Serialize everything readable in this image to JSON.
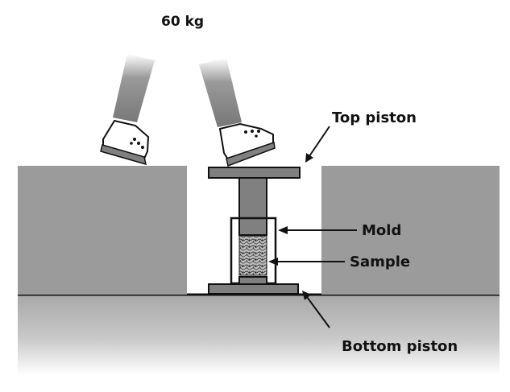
{
  "labels": {
    "weight": "60 kg",
    "top_piston": "Top piston",
    "mold": "Mold",
    "sample": "Sample",
    "bottom_piston": "Bottom piston"
  },
  "colors": {
    "block": "#9b9b9b",
    "piston": "#808080",
    "ground_top": "#a8a8a8",
    "ground_bottom": "#ffffff",
    "outline": "#111111"
  }
}
